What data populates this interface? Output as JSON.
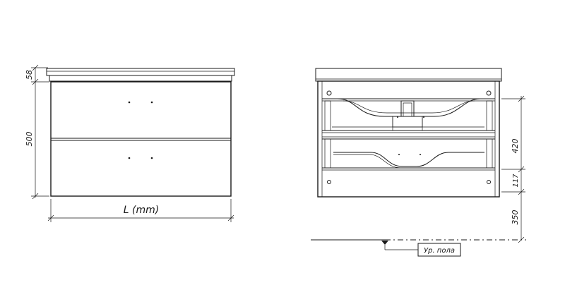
{
  "front_view": {
    "dim_top_height": "58",
    "dim_body_height": "500",
    "dim_width": "L (mm)"
  },
  "side_view": {
    "dim_drawer_height": "420",
    "dim_gap": "117",
    "dim_floor_offset": "350",
    "floor_label": "Ур. пола"
  }
}
